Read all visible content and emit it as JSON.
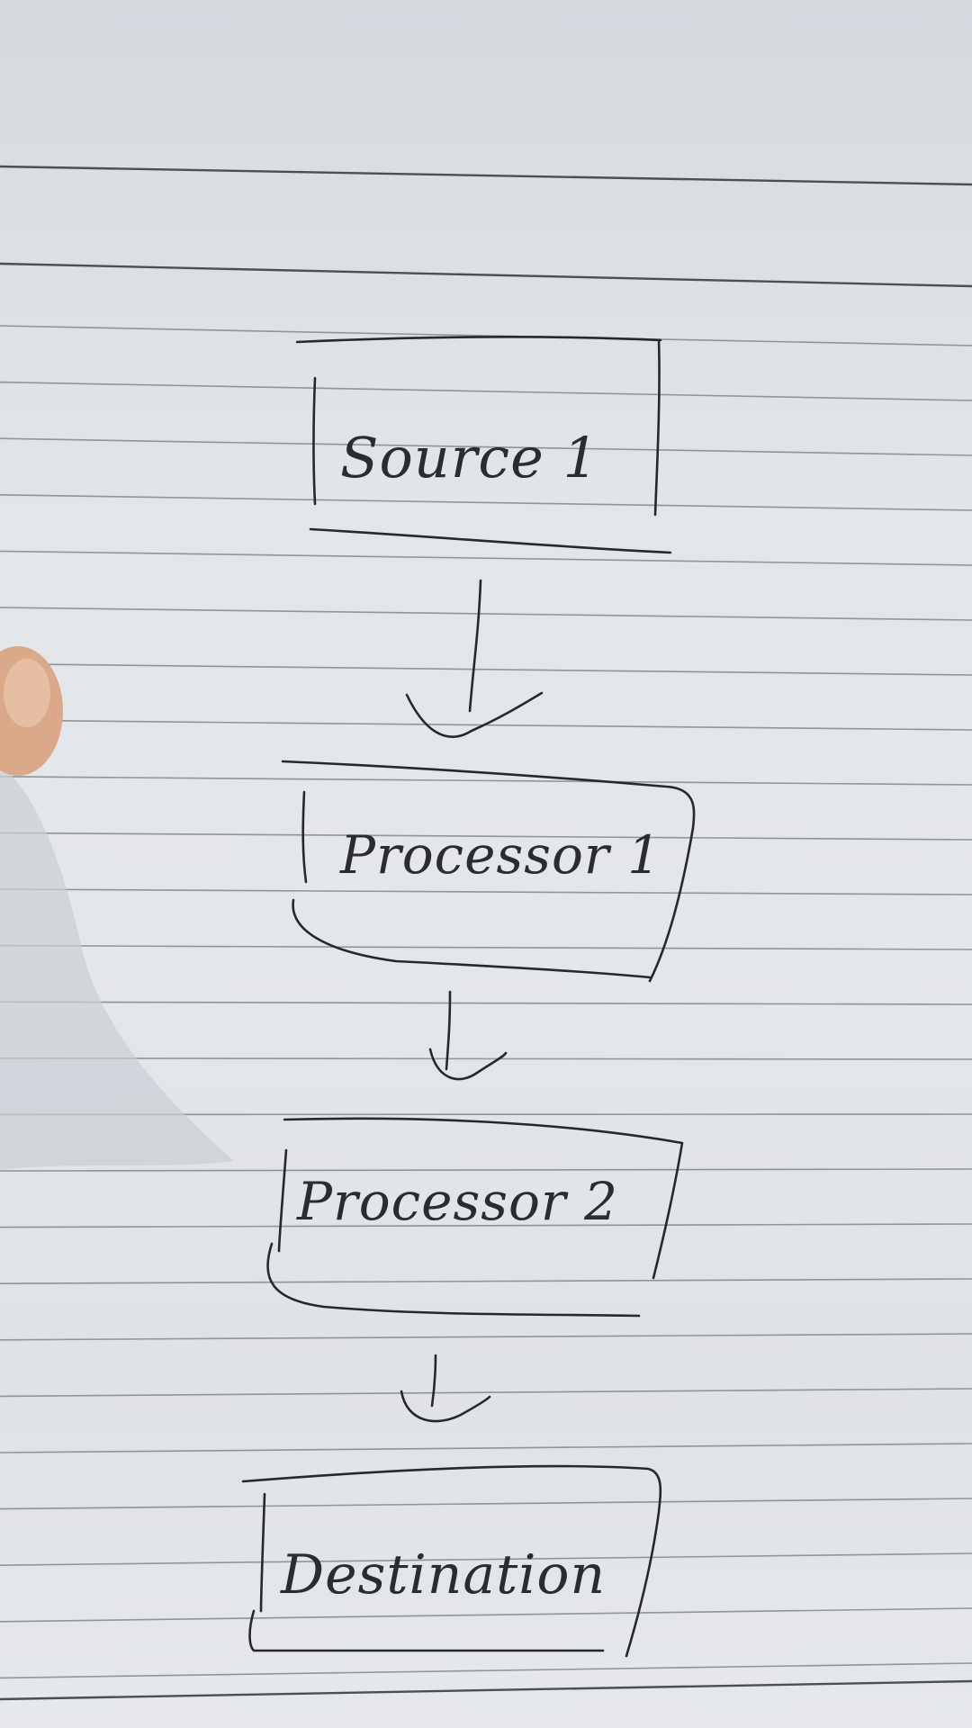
{
  "diagram": {
    "nodes": [
      {
        "id": "source-1",
        "label": "Source 1"
      },
      {
        "id": "processor-1",
        "label": "Processor 1"
      },
      {
        "id": "processor-2",
        "label": "Processor 2"
      },
      {
        "id": "destination",
        "label": "Destination"
      }
    ],
    "edges": [
      {
        "from": "source-1",
        "to": "processor-1"
      },
      {
        "from": "processor-1",
        "to": "processor-2"
      },
      {
        "from": "processor-2",
        "to": "destination"
      }
    ]
  },
  "colors": {
    "ink": "#26282c",
    "paper": "#e2e5e9",
    "rule": "#8e959c"
  }
}
